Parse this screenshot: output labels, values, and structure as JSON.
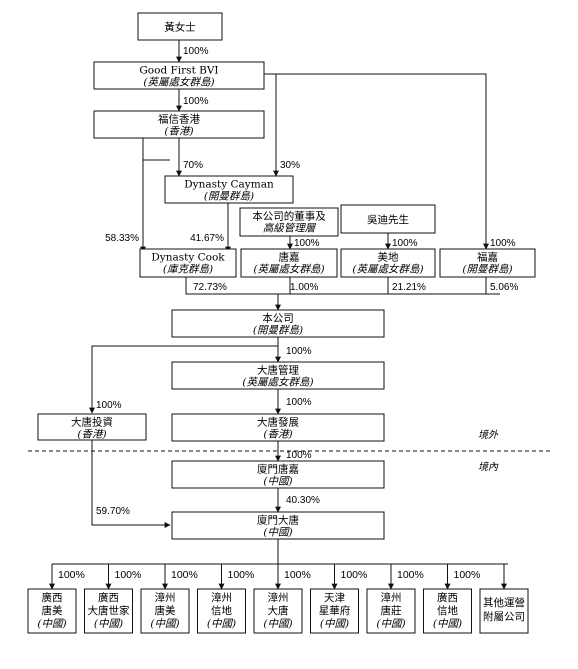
{
  "entities": {
    "huang": {
      "line1": "黃女士",
      "line2": ""
    },
    "good_first_bvi": {
      "line1": "Good First BVI",
      "line2": "(英屬處女群島)"
    },
    "fuxin_hk": {
      "line1": "福信香港",
      "line2": "(香港)"
    },
    "dynasty_cayman": {
      "line1": "Dynasty Cayman",
      "line2": "(開曼群島)"
    },
    "directors": {
      "line1": "本公司的董事及",
      "line2": "高級管理層"
    },
    "wu": {
      "line1": "吳迪先生",
      "line2": ""
    },
    "dynasty_cook": {
      "line1": "Dynasty Cook",
      "line2": "(庫克群島)"
    },
    "tangjia": {
      "line1": "唐嘉",
      "line2": "(英屬處女群島)"
    },
    "meidi": {
      "line1": "美地",
      "line2": "(英屬處女群島)"
    },
    "fujia": {
      "line1": "福嘉",
      "line2": "(開曼群島)"
    },
    "company": {
      "line1": "本公司",
      "line2": "(開曼群島)"
    },
    "datang_mgmt": {
      "line1": "大唐管理",
      "line2": "(英屬處女群島)"
    },
    "datang_invest": {
      "line1": "大唐投資",
      "line2": "(香港)"
    },
    "datang_dev": {
      "line1": "大唐發展",
      "line2": "(香港)"
    },
    "xiamen_tangjia": {
      "line1": "廈門唐嘉",
      "line2": "(中國)"
    },
    "xiamen_datang": {
      "line1": "廈門大唐",
      "line2": "(中國)"
    }
  },
  "subsidiaries": [
    {
      "line1": "廣西",
      "line2": "唐美",
      "line3": "(中國)"
    },
    {
      "line1": "廣西",
      "line2": "大唐世家",
      "line3": "(中國)"
    },
    {
      "line1": "漳州",
      "line2": "唐美",
      "line3": "(中國)"
    },
    {
      "line1": "漳州",
      "line2": "信地",
      "line3": "(中國)"
    },
    {
      "line1": "漳州",
      "line2": "大唐",
      "line3": "(中國)"
    },
    {
      "line1": "天津",
      "line2": "星華府",
      "line3": "(中國)"
    },
    {
      "line1": "漳州",
      "line2": "唐莊",
      "line3": "(中國)"
    },
    {
      "line1": "廣西",
      "line2": "信地",
      "line3": "(中國)"
    },
    {
      "line1": "其他運營",
      "line2": "附屬公司",
      "line3": ""
    }
  ],
  "percentages": {
    "huang_gfbvi": "100%",
    "gfbvi_fuxin": "100%",
    "fuxin_cayman": "70%",
    "gfbvi_cayman": "30%",
    "fuxin_cook": "58.33%",
    "cayman_cook": "41.67%",
    "directors_tangjia": "100%",
    "wu_meidi": "100%",
    "gfbvi_fujia": "100%",
    "cook_company": "72.73%",
    "tangjia_company": "1.00%",
    "meidi_company": "21.21%",
    "fujia_company": "5.06%",
    "company_mgmt": "100%",
    "company_invest": "100%",
    "mgmt_dev": "100%",
    "dev_xmtj": "100%",
    "xmtj_xmdt": "40.30%",
    "invest_xmdt": "59.70%",
    "sub_pct": "100%"
  },
  "zones": {
    "offshore": "境外",
    "onshore": "境內"
  }
}
